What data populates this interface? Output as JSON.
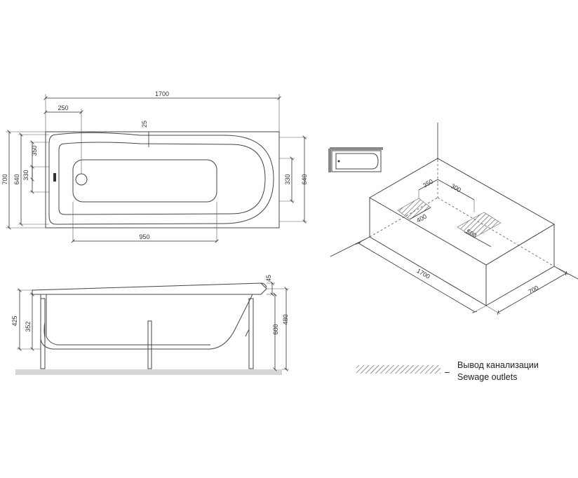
{
  "top_view": {
    "length": "1700",
    "offset_left": "250",
    "rim": "25",
    "width": "700",
    "inner_left": "640",
    "drain_height": "350",
    "drain_center": "330",
    "inner_right": "640",
    "right_center": "330",
    "bottom_length": "950"
  },
  "side_view": {
    "rim": "45",
    "total_height": "425",
    "depth": "352",
    "height_480": "480",
    "height_600": "600"
  },
  "iso_view": {
    "dim_350": "350",
    "dim_300": "300",
    "dim_400": "400",
    "dim_500": "500",
    "length": "1700",
    "width": "700"
  },
  "legend": {
    "dash": "–",
    "line1": "Вывод канализации",
    "line2": "Sewage outlets"
  }
}
